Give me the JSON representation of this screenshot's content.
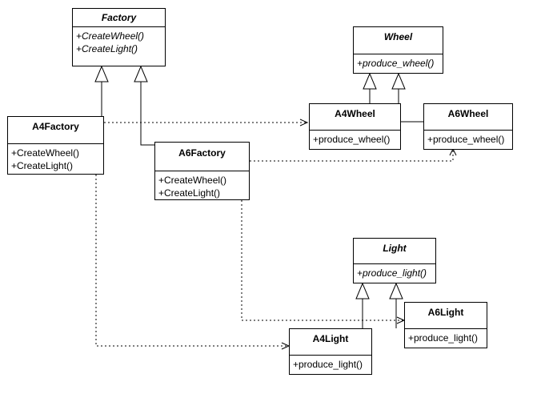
{
  "classes": {
    "factory": {
      "name": "Factory",
      "ops": [
        "+CreateWheel()",
        "+CreateLight()"
      ]
    },
    "a4factory": {
      "name": "A4Factory",
      "ops": [
        "+CreateWheel()",
        "+CreateLight()"
      ]
    },
    "a6factory": {
      "name": "A6Factory",
      "ops": [
        "+CreateWheel()",
        "+CreateLight()"
      ]
    },
    "wheel": {
      "name": "Wheel",
      "ops": [
        "+produce_wheel()"
      ]
    },
    "a4wheel": {
      "name": "A4Wheel",
      "ops": [
        "+produce_wheel()"
      ]
    },
    "a6wheel": {
      "name": "A6Wheel",
      "ops": [
        "+produce_wheel()"
      ]
    },
    "light": {
      "name": "Light",
      "ops": [
        "+produce_light()"
      ]
    },
    "a4light": {
      "name": "A4Light",
      "ops": [
        "+produce_light()"
      ]
    },
    "a6light": {
      "name": "A6Light",
      "ops": [
        "+produce_light()"
      ]
    }
  },
  "abstract_classes": [
    "Factory",
    "Wheel",
    "Light"
  ],
  "relationships": {
    "generalization": [
      {
        "from": "A4Factory",
        "to": "Factory"
      },
      {
        "from": "A6Factory",
        "to": "Factory"
      },
      {
        "from": "A4Wheel",
        "to": "Wheel"
      },
      {
        "from": "A6Wheel",
        "to": "Wheel"
      },
      {
        "from": "A4Light",
        "to": "Light"
      },
      {
        "from": "A6Light",
        "to": "Light"
      }
    ],
    "dependency": [
      {
        "from": "A4Factory",
        "to": "A4Wheel"
      },
      {
        "from": "A6Factory",
        "to": "A6Wheel"
      },
      {
        "from": "A4Factory",
        "to": "A4Light"
      },
      {
        "from": "A6Factory",
        "to": "A6Light"
      }
    ]
  }
}
